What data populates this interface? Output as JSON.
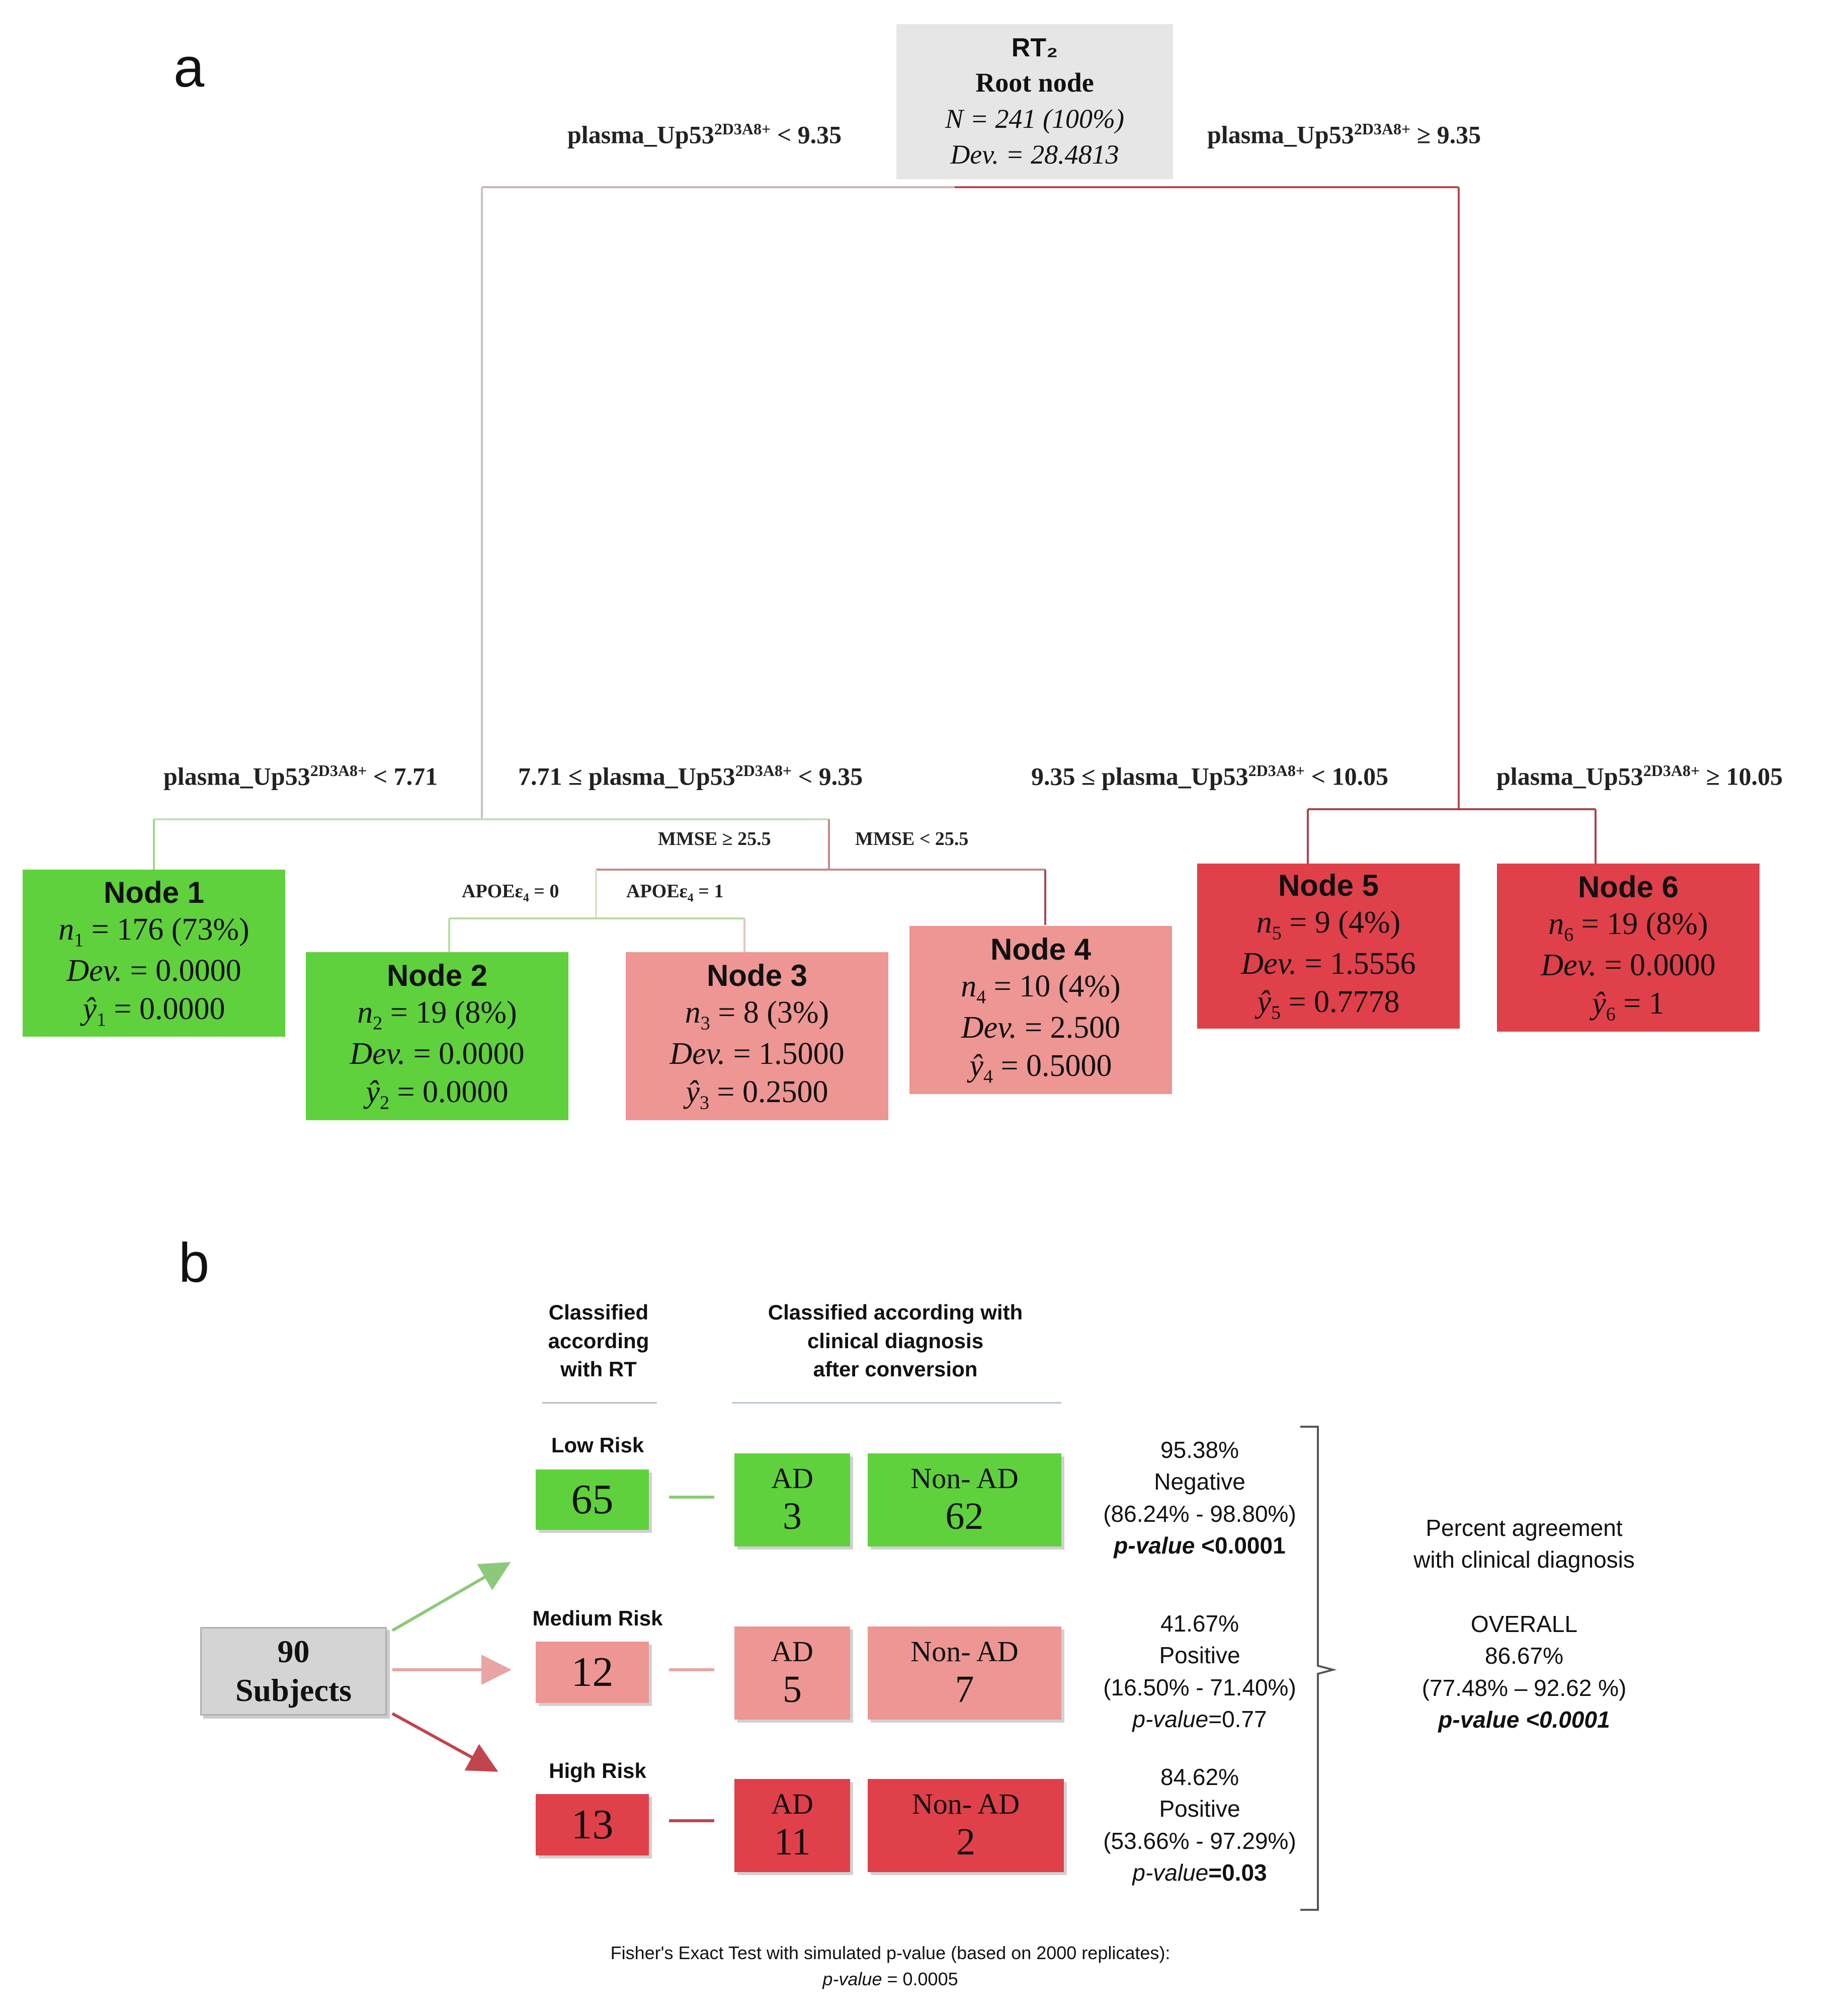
{
  "panel_a": {
    "label": "a",
    "root": {
      "title": "RT₂",
      "subtitle": "Root node",
      "n_text": "N = 241 (100%)",
      "dev_text": "Dev. = 28.4813"
    },
    "splits": {
      "root_left": "plasma_Up53",
      "root_right": "plasma_Up53",
      "root_left_rest": " < 9.35",
      "root_right_rest": " ≥ 9.35",
      "sup": "2D3A8+",
      "l_left": "plasma_Up53",
      "l_left_rest": " < 7.71",
      "l_right_pre": "7.71 ≤ plasma_Up53",
      "l_right_rest": " < 9.35",
      "r_left_pre": "9.35 ≤  plasma_Up53",
      "r_left_rest": " < 10.05",
      "r_right": "plasma_Up53",
      "r_right_rest": " ≥ 10.05",
      "mmse_ge": "MMSE ≥ 25.5",
      "mmse_lt": "MMSE < 25.5",
      "apoe0_pre": "APOEε",
      "apoe0_rest": " = 0",
      "apoe1_pre": "APOEε",
      "apoe1_rest": " = 1",
      "apoe_sub": "4"
    },
    "nodes": [
      {
        "title": "Node 1",
        "n": "= 176 (73%)",
        "dev": "= 0.0000",
        "y": "= 0.0000",
        "idx": "1",
        "color": "#5fd13c"
      },
      {
        "title": "Node 2",
        "n": "= 19 (8%)",
        "dev": "= 0.0000",
        "y": "= 0.0000",
        "idx": "2",
        "color": "#5fd13c"
      },
      {
        "title": "Node 3",
        "n": "= 8 (3%)",
        "dev": "= 1.5000",
        "y": "= 0.2500",
        "idx": "3",
        "color": "#ed9693"
      },
      {
        "title": "Node 4",
        "n": "= 10 (4%)",
        "dev": "= 2.500",
        "y": "= 0.5000",
        "idx": "4",
        "color": "#ed9693"
      },
      {
        "title": "Node 5",
        "n": "= 9 (4%)",
        "dev": "=  1.5556",
        "y": "= 0.7778",
        "idx": "5",
        "color": "#e0404a"
      },
      {
        "title": "Node 6",
        "n": "= 19 (8%)",
        "dev": "= 0.0000",
        "y": "= 1",
        "idx": "6",
        "color": "#e0404a"
      }
    ]
  },
  "panel_b": {
    "label": "b",
    "col_rt": [
      "Classified",
      "according",
      "with RT"
    ],
    "col_clin": [
      "Classified according with",
      "clinical diagnosis",
      "after conversion"
    ],
    "subjects": {
      "count": "90",
      "label": "Subjects"
    },
    "rows": [
      {
        "risk": "Low Risk",
        "count": "65",
        "ad_label": "AD",
        "ad": "3",
        "nonad_label": "Non- AD",
        "nonad": "62",
        "pct": "95.38%",
        "kind": "Negative",
        "ci": "(86.24% - 98.80%)",
        "p_label": "p-value",
        "p_val": " <0.0001"
      },
      {
        "risk": "Medium Risk",
        "count": "12",
        "ad_label": "AD",
        "ad": "5",
        "nonad_label": "Non- AD",
        "nonad": "7",
        "pct": "41.67%",
        "kind": "Positive",
        "ci": "(16.50% - 71.40%)",
        "p_label": "p-value",
        "p_val": "=0.77"
      },
      {
        "risk": "High Risk",
        "count": "13",
        "ad_label": "AD",
        "ad": "11",
        "nonad_label": "Non- AD",
        "nonad": "2",
        "pct": "84.62%",
        "kind": "Positive",
        "ci": "(53.66% - 97.29%)",
        "p_label": "p-value",
        "p_val": "=0.03"
      }
    ],
    "overall": {
      "line1": "Percent agreement",
      "line2": "with clinical diagnosis",
      "line3": "OVERALL",
      "pct": "86.67%",
      "ci": "(77.48% – 92.62 %)",
      "p": "p-value <0.0001"
    },
    "footer": {
      "line1": "Fisher's Exact Test with simulated p-value (based on 2000 replicates):",
      "p_label": "p-value",
      "p_val": " = 0.0005"
    },
    "colors": {
      "low": "#5fd13c",
      "medium": "#ed9693",
      "high": "#e0404a",
      "subjects": "#d4d4d4"
    }
  }
}
